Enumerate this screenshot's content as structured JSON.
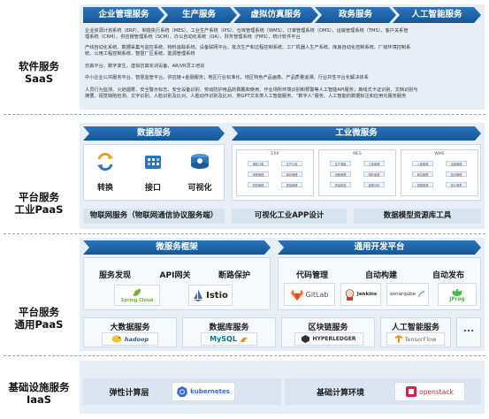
{
  "layers": {
    "saas": {
      "line1": "软件服务",
      "line2": "SaaS"
    },
    "paas_industrial": {
      "line1": "平台服务",
      "line2": "工业PaaS"
    },
    "paas_general": {
      "line1": "平台服务",
      "line2": "通用PaaS"
    },
    "iaas": {
      "line1": "基础设施服务",
      "line2": "IaaS"
    }
  },
  "saas": {
    "tabs": [
      "企业管理服务",
      "生产服务",
      "虚拟仿真服务",
      "政务服务",
      "人工智能服务"
    ],
    "lines": [
      "企业资源计划系统（ERP）、制造执行系统（MES）、工业生产系统（IPS）、仓库管理系统（WMS）、订单管理系统（OMS）、运输管理系统（TMS）、客户关系管",
      "理系统（CRM）、供应链管理系统（SCM）、办公自动化系统（OA）、财务管理系统（FMS）、统计软件平台",
      "产线自动化系统、数据采集与监控系统、物料追踪系统、设备联网平台、批次生产和过程控制系统、工厂机器人生产系统、库房自动化控制系统、厂级环境控制系",
      "统、公用工程控制系统、智慧厂区系统、能源管理系统",
      "仿真平台、数字孪生、虚拟仿真实训设备、AR/VR员工培训",
      "中小企业公共服务平台、智慧监管平台、供应链+金融服务；地区行业标准化、地区特色产品画像、产品质量追溯、行业共性平台化解决体系",
      "人员行为监测、火焰烟雾、安全警示标志、安全设备识别、劳动防护用品的佩戴和使用、作业场所环境识别和预警等人工智能API服务；离线式卡证识别、文档识别与",
      "摘要、视觉缺陷检测、文字识别、人脸识别及比对、人脸动作识别及比对、类GPT文本类人工智能服务、“数字人”服务、人工智能的数据标注和应用化服务服务"
    ]
  },
  "industrial_paas": {
    "data_service": {
      "title": "数据服务",
      "items": [
        {
          "label": "转换",
          "icon": "data-transform-icon"
        },
        {
          "label": "接口",
          "icon": "api-interface-icon"
        },
        {
          "label": "可视化",
          "icon": "visualization-icon"
        }
      ]
    },
    "micro_service": {
      "title": "工业微服务",
      "cards": [
        {
          "title": "ERP",
          "cells": [
            "销售订单",
            "生产计划",
            "采购管理",
            "库存管理",
            "财务管理",
            "质量管理"
          ]
        },
        {
          "title": "MES",
          "cells": [
            "生产调度",
            "工单管理",
            "设备管理",
            "物料追溯",
            "质量检验",
            "报表分析"
          ]
        },
        {
          "title": "WMS",
          "cells": [
            "入库管理",
            "出库管理",
            "库位管理",
            "盘点管理",
            "调拨管理",
            "统计报表"
          ]
        }
      ]
    },
    "bars": [
      "物联网服务（物联网通信协议服务端）",
      "可视化工业APP设计",
      "数据模型资源库工具"
    ]
  },
  "general_paas": {
    "microservice_framework": {
      "title": "微服务框架",
      "labels": [
        "服务发现",
        "API网关",
        "断路保护"
      ],
      "logos": [
        {
          "name": "Spring Cloud",
          "icon": "spring-cloud-icon",
          "color": "#6db33f"
        },
        {
          "name": "Istio",
          "icon": "istio-icon",
          "color": "#466bb0"
        }
      ]
    },
    "devops": {
      "title": "通用开发平台",
      "labels": [
        "代码管理",
        "自动构建",
        "自动发布"
      ],
      "logos": [
        {
          "name": "GitLab",
          "icon": "gitlab-icon",
          "color": "#fc6d26"
        },
        {
          "name": "Jenkins",
          "icon": "jenkins-icon",
          "color": "#d33833"
        },
        {
          "name": "sonarqube",
          "icon": "sonarqube-icon",
          "color": "#4e9bcd"
        },
        {
          "name": "JFrog",
          "icon": "jfrog-icon",
          "color": "#40be46"
        }
      ]
    },
    "services": [
      {
        "title": "大数据服务",
        "logo": "hadoop",
        "icon": "hadoop-elephant-icon",
        "color": "#f4c430"
      },
      {
        "title": "数据库服务",
        "logo": "MySQL",
        "icon": "mysql-dolphin-icon",
        "color": "#00758f"
      },
      {
        "title": "区块链服务",
        "logo": "HYPERLEDGER",
        "icon": "hyperledger-icon",
        "color": "#2f3134"
      },
      {
        "title": "人工智能服务",
        "logo": "TensorFlow",
        "icon": "tensorflow-icon",
        "color": "#ff8f00"
      }
    ],
    "more": "..."
  },
  "iaas": {
    "items": [
      {
        "label": "弹性计算层",
        "logo": "kubernetes",
        "icon": "kubernetes-wheel-icon",
        "color": "#326ce5"
      },
      {
        "label": "基础计算环境",
        "logo": "openstack",
        "icon": "openstack-icon",
        "color": "#ed1944"
      }
    ]
  }
}
